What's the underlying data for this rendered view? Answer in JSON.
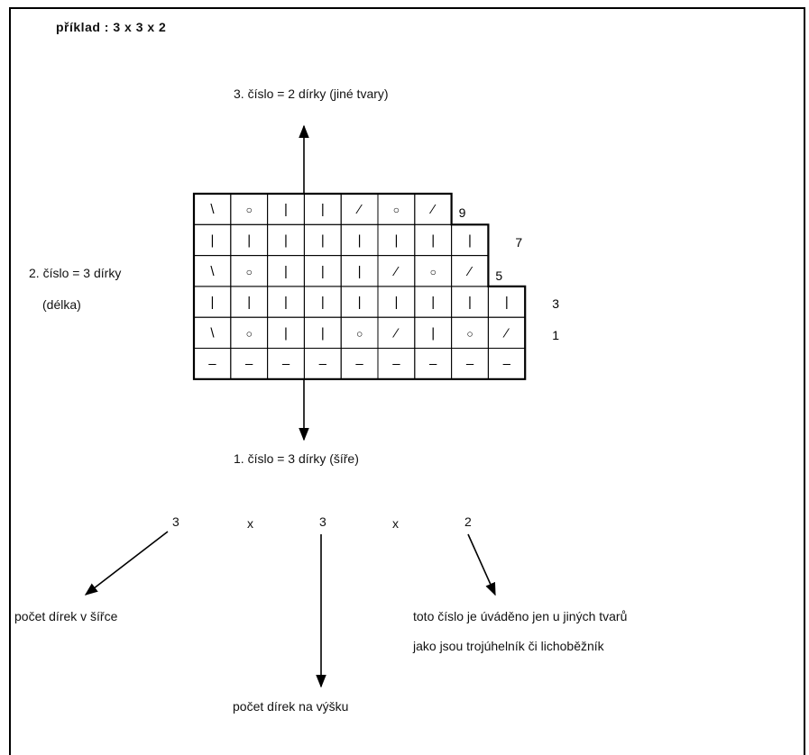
{
  "title": "příklad :   3  x  3  x  2",
  "labels": {
    "third_number": "3. číslo = 2 dírky (jiné tvary)",
    "second_number_line1": "2. číslo = 3 dírky",
    "second_number_line2": "(délka)",
    "first_number": "1. číslo = 3 dírky (šíře)"
  },
  "row_numbers": [
    "9",
    "7",
    "5",
    "3",
    "1"
  ],
  "grid_rows": [
    [
      "\\",
      "○",
      "|",
      "|",
      "⁄",
      "○",
      "⁄"
    ],
    [
      "|",
      "|",
      "|",
      "|",
      "|",
      "|",
      "|",
      "|"
    ],
    [
      "\\",
      "○",
      "|",
      "|",
      "|",
      "⁄",
      "○",
      "⁄"
    ],
    [
      "|",
      "|",
      "|",
      "|",
      "|",
      "|",
      "|",
      "|",
      "|"
    ],
    [
      "\\",
      "○",
      "|",
      "|",
      "○",
      "⁄",
      "|",
      "○",
      "⁄"
    ],
    [
      "–",
      "–",
      "–",
      "–",
      "–",
      "–",
      "–",
      "–",
      "–"
    ]
  ],
  "formula": {
    "num1": "3",
    "x1": "x",
    "num2": "3",
    "x2": "x",
    "num3": "2"
  },
  "explanations": {
    "width": "počet dírek v šířce",
    "height": "počet dírek na výšku",
    "other_line1": "toto číslo je úváděno jen u jiných tvarů",
    "other_line2": "jako jsou trojúhelník či lichoběžník"
  }
}
